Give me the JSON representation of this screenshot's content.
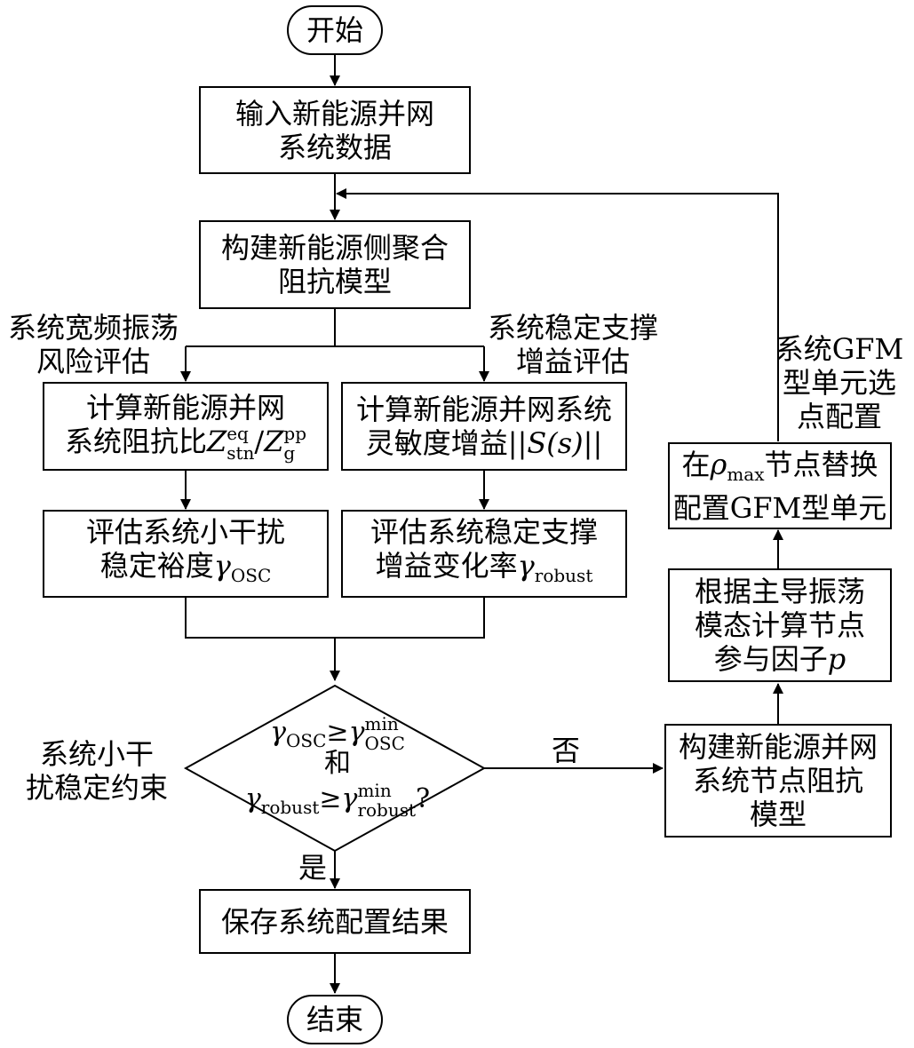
{
  "nodes": {
    "start": "开始",
    "input": [
      "输入新能源并网",
      "系统数据"
    ],
    "build_aggregate": [
      "构建新能源侧聚合",
      "阻抗模型"
    ],
    "calc_impedance": {
      "line1": "计算新能源并网",
      "line2_prefix": "系统阻抗比",
      "z1": "Z",
      "z1_sup": "eq",
      "z1_sub": "stn",
      "slash": "/",
      "z2": "Z",
      "z2_sup": "pp",
      "z2_sub": "g"
    },
    "calc_sensitivity": {
      "line1": "计算新能源并网系统",
      "line2_prefix": "灵敏度增益",
      "norm": "||S(s)||"
    },
    "eval_margin": {
      "line1": "评估系统小干扰",
      "line2_prefix": "稳定裕度",
      "gamma": "γ",
      "sub": "OSC"
    },
    "eval_rate": {
      "line1": "评估系统稳定支撑",
      "line2_prefix": "增益变化率",
      "gamma": "γ",
      "sub": "robust"
    },
    "decision": {
      "g1": "γ",
      "g1_sub": "OSC",
      "ge1": "≥",
      "g1_rhs": "γ",
      "g1_rhs_sup": "min",
      "g1_rhs_sub": "OSC",
      "and": "和",
      "g2": "γ",
      "g2_sub": "robust",
      "ge2": "≥",
      "g2_rhs": "γ",
      "g2_rhs_sup": "min",
      "g2_rhs_sub": "robust",
      "q": "?"
    },
    "save": "保存系统配置结果",
    "end": "结束",
    "build_node": [
      "构建新能源并网",
      "系统节点阻抗",
      "模型"
    ],
    "participation": {
      "line1": "根据主导振荡",
      "line2": "模态计算节点",
      "line3_prefix": "参与因子",
      "p": "p"
    },
    "replace": {
      "prefix": "在",
      "rho": "ρ",
      "rho_sub": "max",
      "suffix": "节点替换",
      "line2": "配置GFM型单元"
    }
  },
  "labels": {
    "osc_risk": [
      "系统宽频振荡",
      "风险评估"
    ],
    "support_gain": [
      "系统稳定支撑",
      "增益评估"
    ],
    "gfm_config": [
      "系统GFM",
      "型单元选",
      "点配置"
    ],
    "constraint": [
      "系统小干",
      "扰稳定约束"
    ],
    "no": "否",
    "yes": "是"
  }
}
